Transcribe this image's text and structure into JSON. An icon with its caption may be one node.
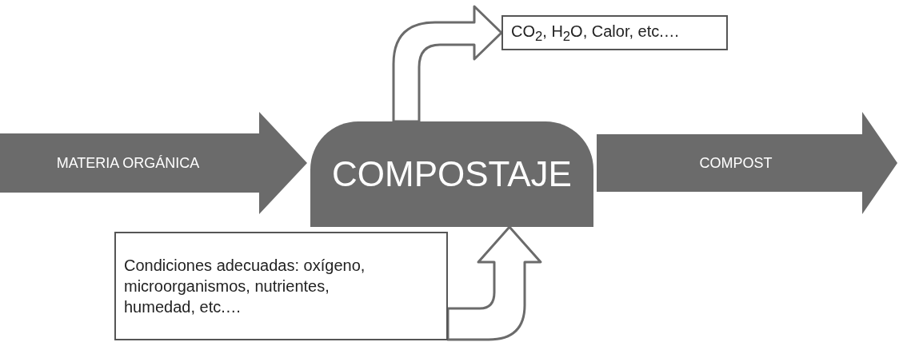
{
  "diagram": {
    "nodes": [
      {
        "text": [
          "COMPOSTAJE"
        ]
      },
      {
        "text": [
          "CO$_{2}$, H$_{2}$O, Calor, etc.…"
        ]
      },
      {
        "text": [
          "Condiciones adecuadas: oxígeno, microorganismos, nutrientes, humedad, etc.…"
        ]
      }
    ],
    "edges": [
      {
        "from": null,
        "to": 0,
        "arrow": "to",
        "label": "MATERIA ORGÁNICA",
        "style": "thick"
      },
      {
        "from": 0,
        "to": null,
        "arrow": "to",
        "label": "COMPOST",
        "style": "thick"
      },
      {
        "from": 0,
        "to": 1,
        "arrow": "to"
      },
      {
        "from": 2,
        "to": 0,
        "arrow": "to"
      }
    ]
  }
}
